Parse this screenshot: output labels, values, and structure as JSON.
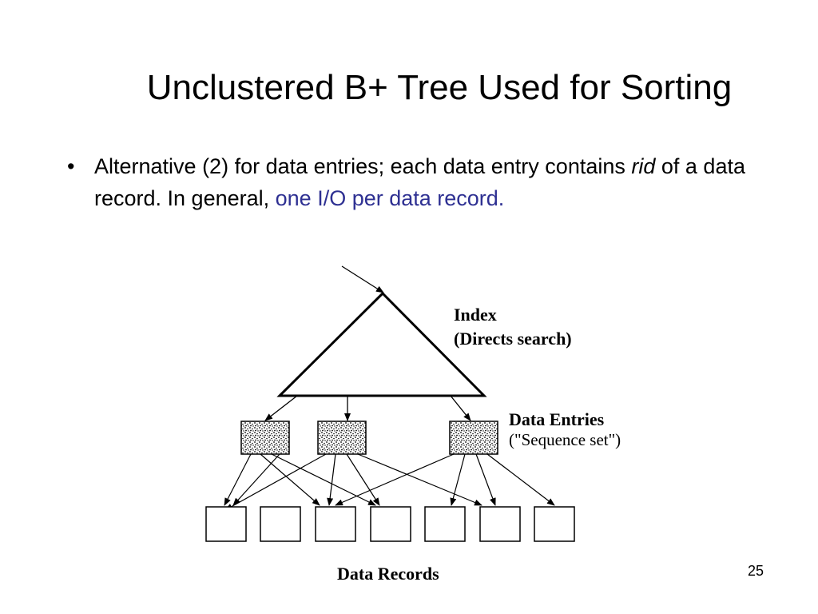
{
  "slide": {
    "title": "Unclustered B+ Tree Used for Sorting",
    "bullet": {
      "marker": "•",
      "part1": "Alternative (2) for data entries; each data entry contains ",
      "italic": "rid",
      "part2": " of a data record.  In general, ",
      "highlight": "one I/O per data record."
    },
    "page_number": "25"
  },
  "diagram": {
    "index_label": "Index",
    "index_sublabel": "(Directs search)",
    "entries_label": "Data Entries",
    "entries_sublabel": "(\"Sequence set\")",
    "records_label": "Data Records",
    "accent_color": "#2e3092"
  }
}
